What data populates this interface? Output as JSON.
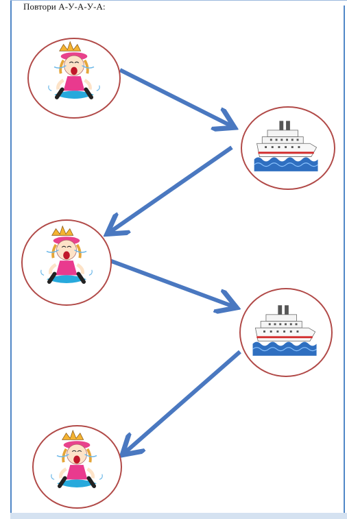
{
  "instruction": "Повтори А-У-А-У-А:",
  "sequence": [
    {
      "picture": "crying-girl",
      "sound": "А"
    },
    {
      "picture": "ship",
      "sound": "У"
    },
    {
      "picture": "crying-girl",
      "sound": "А"
    },
    {
      "picture": "ship",
      "sound": "У"
    },
    {
      "picture": "crying-girl",
      "sound": "А"
    }
  ],
  "colors": {
    "circle_border": "#b14a48",
    "arrow": "#4a78c0",
    "frame": "#4f86c6"
  }
}
